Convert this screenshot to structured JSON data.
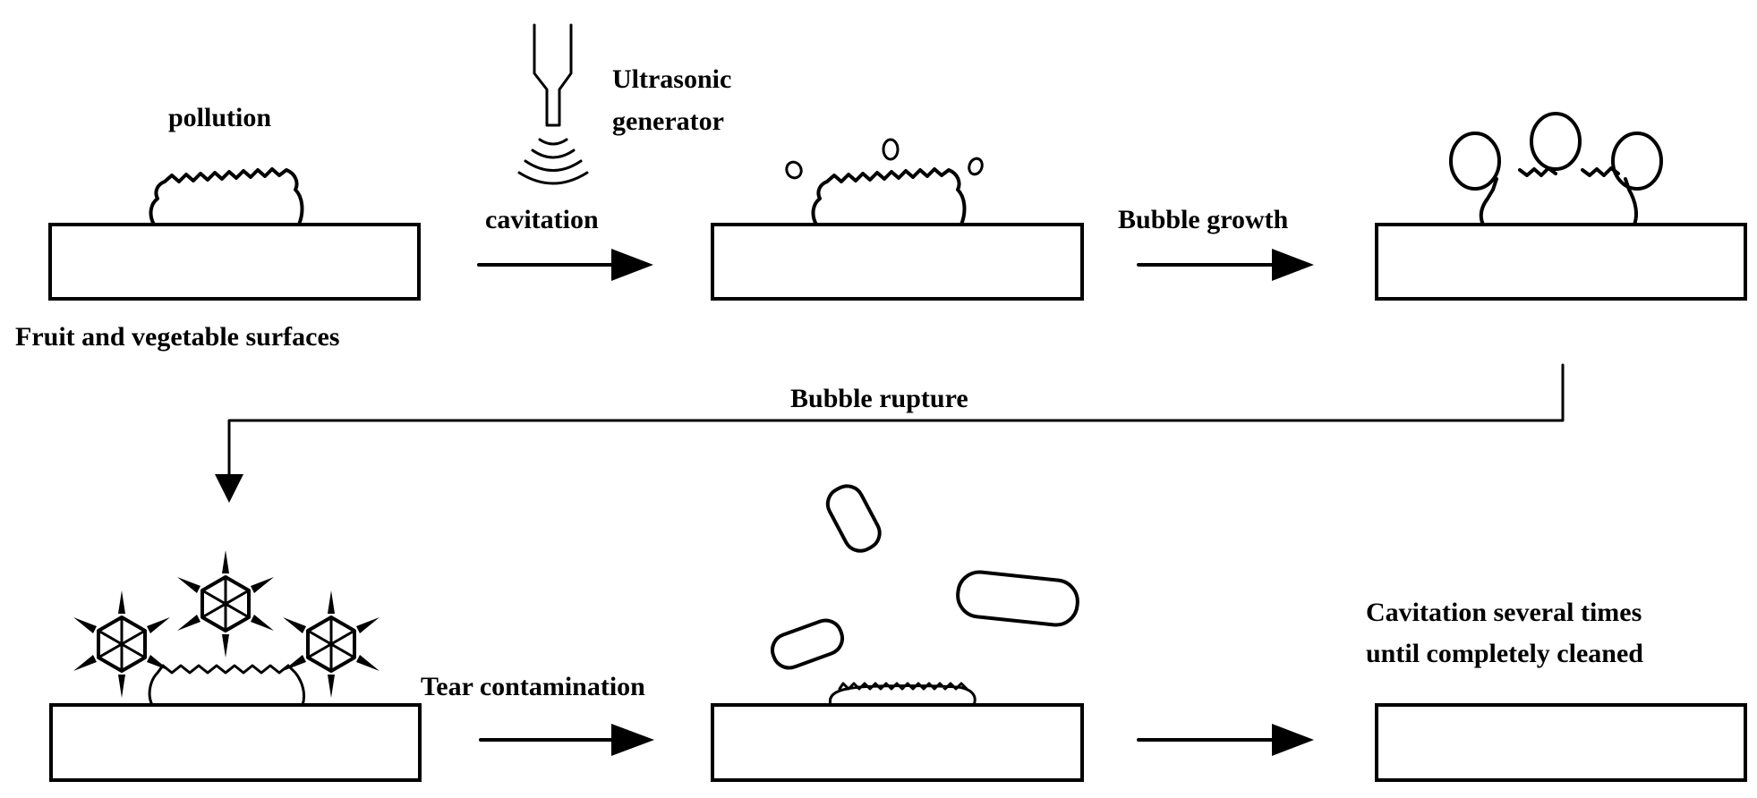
{
  "labels": {
    "pollution": "pollution",
    "ultrasonic_line1": "Ultrasonic",
    "ultrasonic_line2": "generator",
    "cavitation": "cavitation",
    "bubble_growth": "Bubble growth",
    "surfaces": "Fruit and vegetable surfaces",
    "bubble_rupture": "Bubble rupture",
    "tear_contamination": "Tear contamination",
    "final_line1": "Cavitation several times",
    "final_line2": "until completely cleaned"
  },
  "colors": {
    "ink": "#000000",
    "background": "#ffffff"
  }
}
